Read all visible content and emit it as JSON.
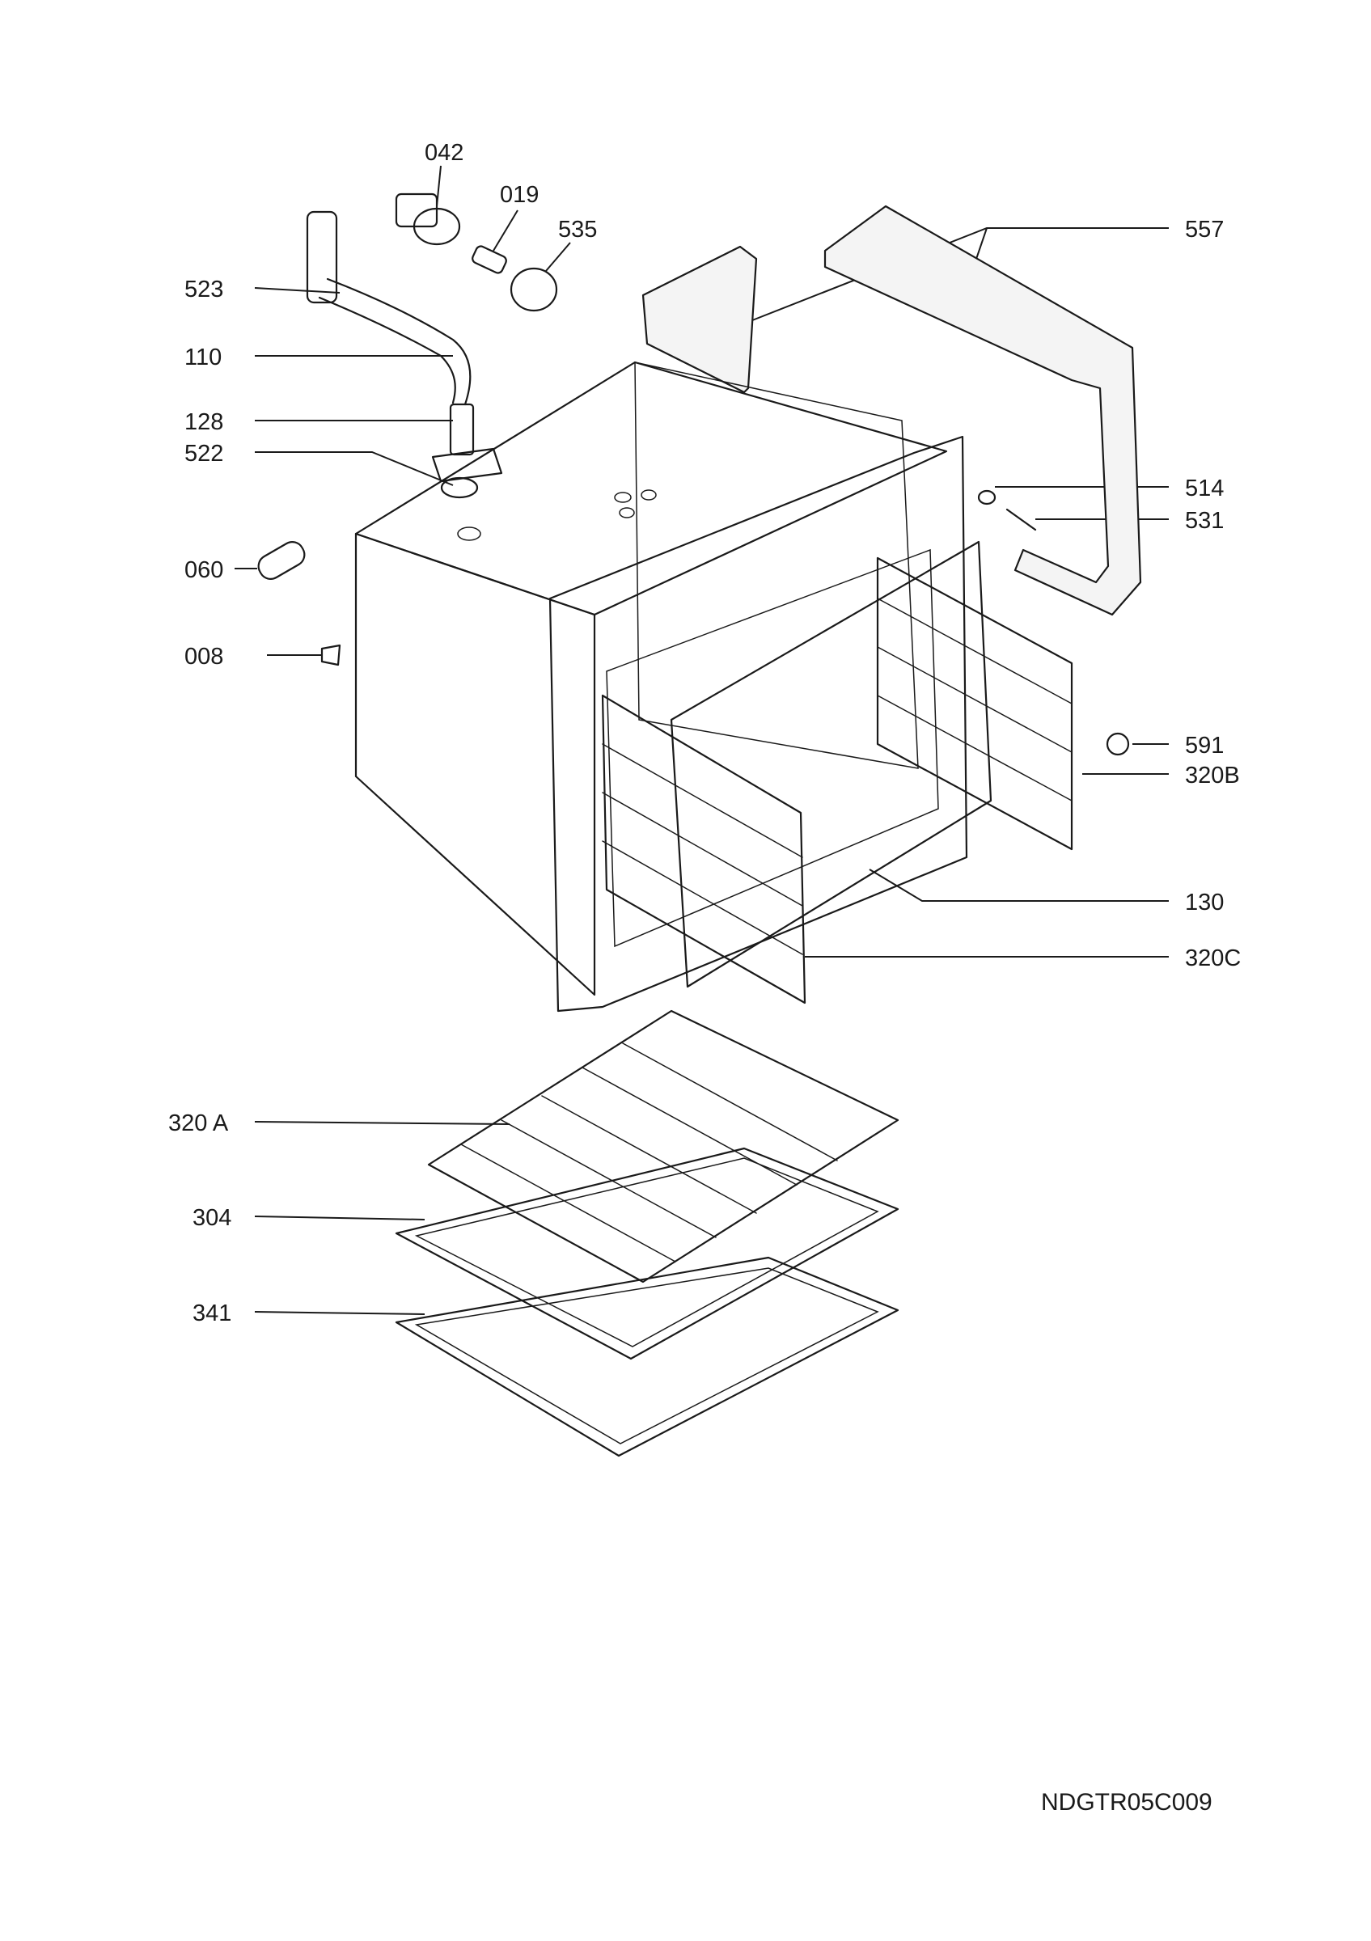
{
  "callouts": {
    "p042": "042",
    "p019": "019",
    "p535": "535",
    "p523": "523",
    "p110": "110",
    "p128": "128",
    "p522": "522",
    "p060": "060",
    "p008": "008",
    "p557": "557",
    "p514": "514",
    "p531": "531",
    "p591": "591",
    "p320B": "320B",
    "p130": "130",
    "p320C": "320C",
    "p320A": "320 A",
    "p304": "304",
    "p341": "341"
  },
  "drawing_code": "NDGTR05C009",
  "colors": {
    "ink": "#1a1a1a",
    "background": "#ffffff"
  }
}
